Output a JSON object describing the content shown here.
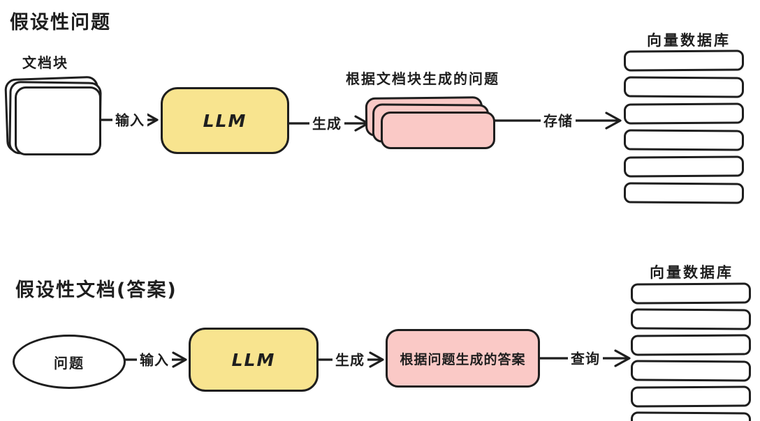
{
  "colors": {
    "background": "#ffffff",
    "stroke": "#1e1e1e",
    "llm_fill": "#F8E48F",
    "pink_fill": "#FAC9C6",
    "white_fill": "#ffffff"
  },
  "top_flow": {
    "title": "假设性问题",
    "doc_stack": {
      "label": "文档块",
      "card_count": 3
    },
    "arrow_input": "输入",
    "llm": "LLM",
    "arrow_generate": "生成",
    "questions": {
      "label": "根据文档块生成的问题",
      "card_count": 3
    },
    "arrow_store": "存储",
    "db": {
      "label": "向量数据库",
      "bar_count": 6
    }
  },
  "bottom_flow": {
    "title": "假设性文档(答案)",
    "question": {
      "label": "问题"
    },
    "arrow_input": "输入",
    "llm": "LLM",
    "arrow_generate": "生成",
    "answer": {
      "label": "根据问题生成的答案"
    },
    "arrow_query": "查询",
    "db": {
      "label": "向量数据库",
      "bar_count": 6
    }
  }
}
